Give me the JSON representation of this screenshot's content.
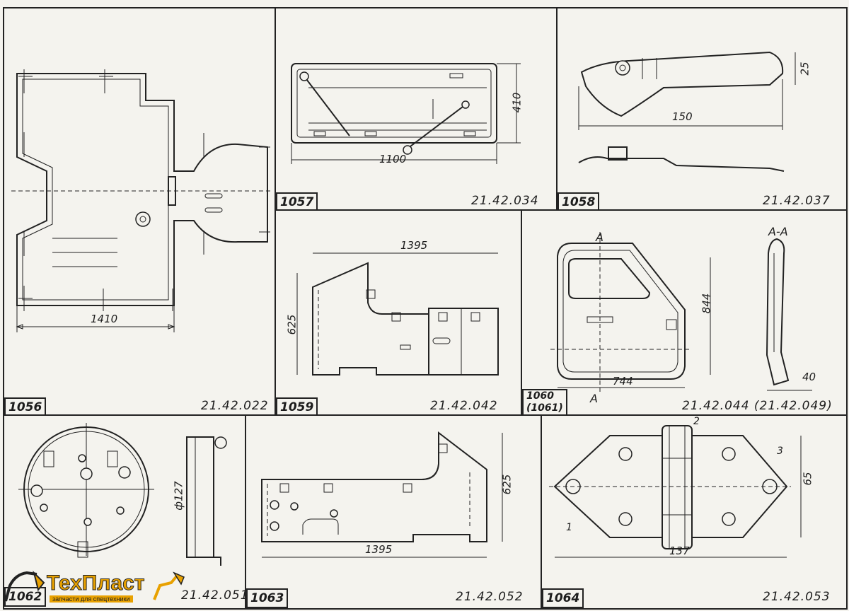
{
  "cells": [
    {
      "number": "1056",
      "code": "21.42.022",
      "dims": [
        "1410"
      ]
    },
    {
      "number": "1057",
      "code": "21.42.034",
      "dims": [
        "410",
        "1100"
      ]
    },
    {
      "number": "1058",
      "code": "21.42.037",
      "dims": [
        "25",
        "150"
      ]
    },
    {
      "number": "1059",
      "code": "21.42.042",
      "dims": [
        "1395",
        "625"
      ]
    },
    {
      "number": "1060\n(1061)",
      "code": "21.42.044 (21.42.049)",
      "dims": [
        "844",
        "744",
        "40"
      ],
      "labels": [
        "A",
        "A",
        "A-A"
      ]
    },
    {
      "number": "1062",
      "code": "21.42.051",
      "dims": [
        "ф127"
      ]
    },
    {
      "number": "1063",
      "code": "21.42.052",
      "dims": [
        "625",
        "1395"
      ]
    },
    {
      "number": "1064",
      "code": "21.42.053",
      "dims": [
        "65",
        "137"
      ],
      "labels": [
        "2",
        "3",
        "1"
      ]
    }
  ],
  "logo": {
    "name": "ТехПласт",
    "tagline": "запчасти для спецтехники",
    "accent": "#e8a100"
  }
}
